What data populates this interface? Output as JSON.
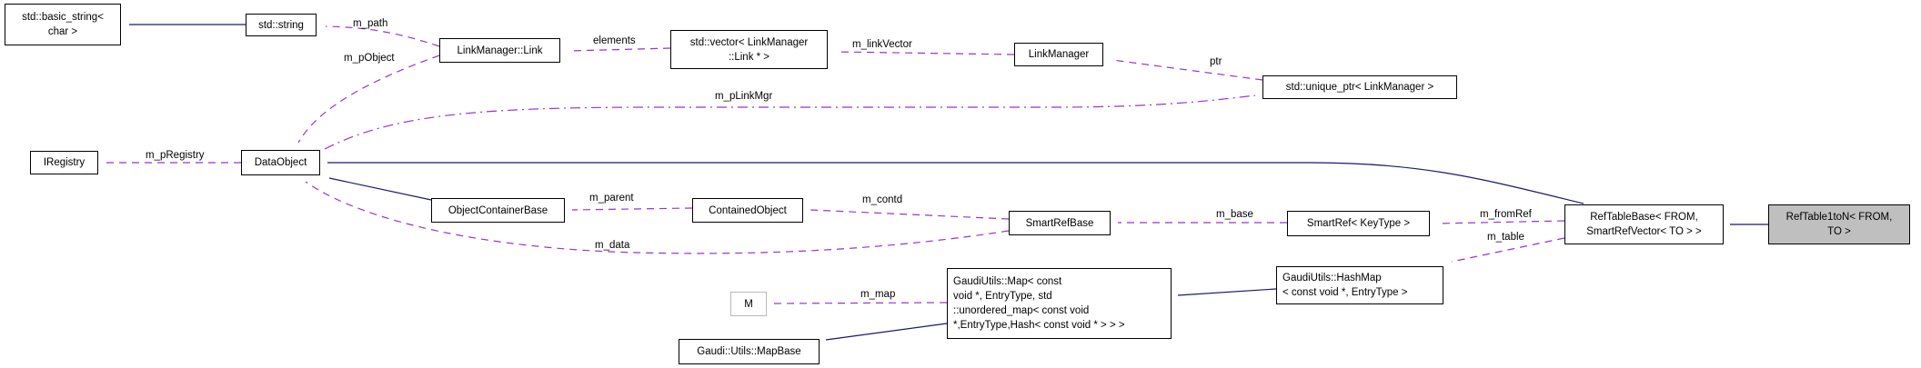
{
  "colors": {
    "inheritance_edge": "#191970",
    "usage_edge": "#9a32cd",
    "node_background": "#ffffff",
    "node_border": "#000000",
    "highlighted_node_background": "#bfbfbf",
    "external_node_border": "#b8b8b8",
    "label_text": "#000000"
  },
  "nodes": [
    {
      "id": "std-basic-string",
      "label_lines": [
        "std::basic_string<",
        "char >"
      ]
    },
    {
      "id": "std-string",
      "label_lines": [
        "std::string"
      ]
    },
    {
      "id": "linkmanager-link",
      "label_lines": [
        "LinkManager::Link"
      ]
    },
    {
      "id": "std-vector-link",
      "label_lines": [
        "std::vector< LinkManager",
        "::Link * >"
      ]
    },
    {
      "id": "linkmanager",
      "label_lines": [
        "LinkManager"
      ]
    },
    {
      "id": "std-unique-ptr",
      "label_lines": [
        "std::unique_ptr< LinkManager >"
      ]
    },
    {
      "id": "iregistry",
      "label_lines": [
        "IRegistry"
      ]
    },
    {
      "id": "dataobject",
      "label_lines": [
        "DataObject"
      ]
    },
    {
      "id": "objectcontainerbase",
      "label_lines": [
        "ObjectContainerBase"
      ]
    },
    {
      "id": "containedobject",
      "label_lines": [
        "ContainedObject"
      ]
    },
    {
      "id": "smartrefbase",
      "label_lines": [
        "SmartRefBase"
      ]
    },
    {
      "id": "smartref-keytype",
      "label_lines": [
        "SmartRef< KeyType >"
      ]
    },
    {
      "id": "reftablebase",
      "label_lines": [
        "RefTableBase< FROM,",
        "SmartRefVector< TO > >"
      ]
    },
    {
      "id": "reftable1ton",
      "label_lines": [
        "RefTable1toN< FROM,",
        "TO >"
      ]
    },
    {
      "id": "gaudiutils-map",
      "label_lines": [
        "GaudiUtils::Map< const",
        " void *, EntryType, std",
        "::unordered_map< const void",
        " *,EntryType,Hash< const void * > > >"
      ]
    },
    {
      "id": "gaudiutils-hashmap",
      "label_lines": [
        "GaudiUtils::HashMap",
        "< const void *, EntryType >"
      ]
    },
    {
      "id": "m",
      "label_lines": [
        "M"
      ]
    },
    {
      "id": "gaudi-utils-mapbase",
      "label_lines": [
        "Gaudi::Utils::MapBase"
      ]
    }
  ],
  "edges": [
    {
      "label": "m_path",
      "from": "LinkManager::Link",
      "to": "std::string",
      "style": "dashed"
    },
    {
      "label": "m_pObject",
      "from": "LinkManager::Link",
      "to": "DataObject",
      "style": "dashed"
    },
    {
      "label": "elements",
      "from": "std::vector< LinkManager::Link * >",
      "to": "LinkManager::Link",
      "style": "dashed"
    },
    {
      "label": "m_linkVector",
      "from": "LinkManager",
      "to": "std::vector< LinkManager::Link * >",
      "style": "dashed"
    },
    {
      "label": "ptr",
      "from": "std::unique_ptr< LinkManager >",
      "to": "LinkManager",
      "style": "dashed"
    },
    {
      "label": "m_pLinkMgr",
      "from": "DataObject",
      "to": "std::unique_ptr< LinkManager >",
      "style": "dash-dot"
    },
    {
      "label": "m_pRegistry",
      "from": "DataObject",
      "to": "IRegistry",
      "style": "dashed"
    },
    {
      "label": "m_parent",
      "from": "ContainedObject",
      "to": "ObjectContainerBase",
      "style": "dashed"
    },
    {
      "label": "m_contd",
      "from": "SmartRefBase",
      "to": "ContainedObject",
      "style": "dashed"
    },
    {
      "label": "m_base",
      "from": "SmartRef< KeyType >",
      "to": "SmartRefBase",
      "style": "dashed"
    },
    {
      "label": "m_data",
      "from": "SmartRefBase",
      "to": "DataObject",
      "style": "dashed"
    },
    {
      "label": "m_fromRef",
      "from": "RefTableBase< FROM, SmartRefVector< TO > >",
      "to": "SmartRef< KeyType >",
      "style": "dashed"
    },
    {
      "label": "m_table",
      "from": "RefTableBase< FROM, SmartRefVector< TO > >",
      "to": "GaudiUtils::HashMap< const void *, EntryType >",
      "style": "dashed"
    },
    {
      "label": "m_map",
      "from": "GaudiUtils::Map",
      "to": "M",
      "style": "dashed"
    },
    {
      "label": "",
      "from": "std::string",
      "to": "std::basic_string< char >",
      "style": "solid-inheritance"
    },
    {
      "label": "",
      "from": "ObjectContainerBase",
      "to": "DataObject",
      "style": "solid-inheritance"
    },
    {
      "label": "",
      "from": "RefTableBase< FROM, SmartRefVector< TO > >",
      "to": "DataObject",
      "style": "solid-inheritance"
    },
    {
      "label": "",
      "from": "RefTable1toN< FROM, TO >",
      "to": "RefTableBase< FROM, SmartRefVector< TO > >",
      "style": "solid-inheritance"
    },
    {
      "label": "",
      "from": "GaudiUtils::HashMap< const void *, EntryType >",
      "to": "GaudiUtils::Map",
      "style": "solid-inheritance"
    },
    {
      "label": "",
      "from": "GaudiUtils::Map",
      "to": "Gaudi::Utils::MapBase",
      "style": "solid-inheritance"
    }
  ]
}
